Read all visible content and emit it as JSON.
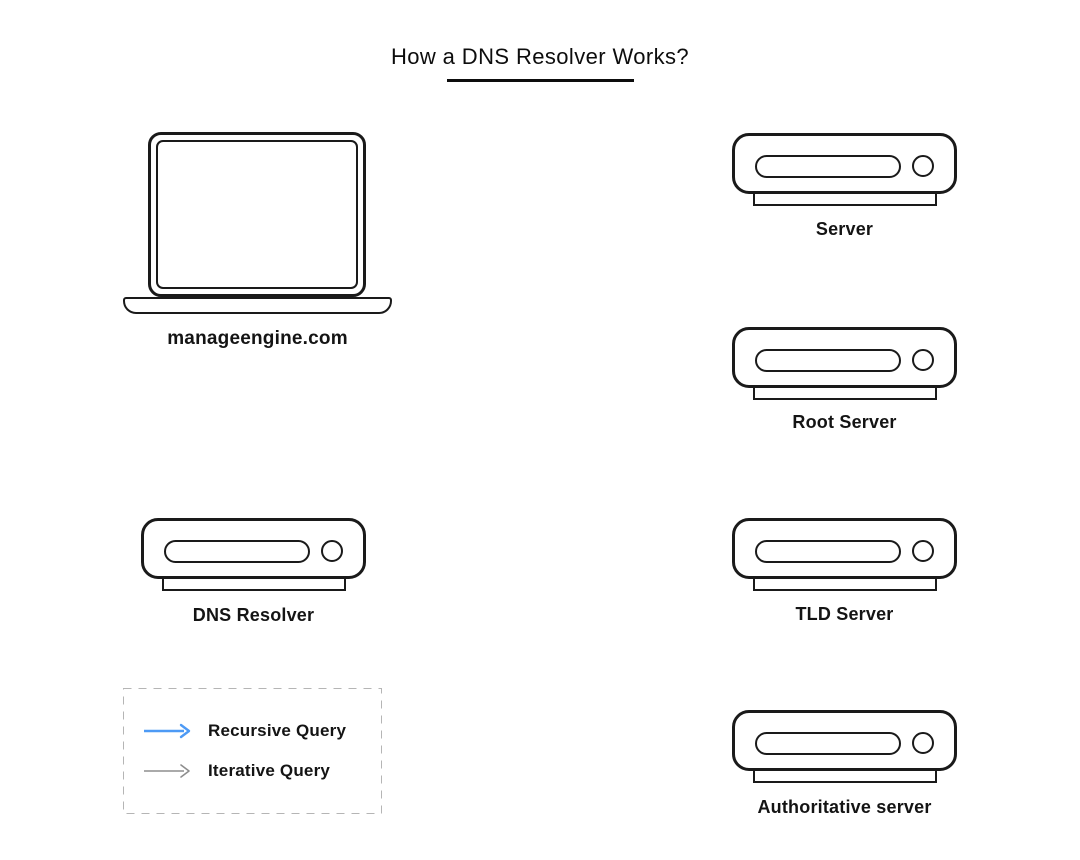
{
  "title": {
    "text": "How a DNS Resolver Works?"
  },
  "nodes": {
    "client": {
      "label": "manageengine.com",
      "type": "laptop"
    },
    "server": {
      "label": "Server",
      "type": "server"
    },
    "root_server": {
      "label": "Root Server",
      "type": "server"
    },
    "dns_resolver": {
      "label": "DNS Resolver",
      "type": "server"
    },
    "tld_server": {
      "label": "TLD Server",
      "type": "server"
    },
    "authoritative_server": {
      "label": "Authoritative server",
      "type": "server"
    }
  },
  "legend": {
    "recursive": {
      "label": "Recursive Query",
      "arrow_color": "#4d9af5",
      "arrow_icon": "right-arrow"
    },
    "iterative": {
      "label": "Iterative Query",
      "arrow_color": "#8d8d8d",
      "arrow_icon": "right-arrow"
    }
  },
  "colors": {
    "outline": "#1a1a1a",
    "background": "#ffffff",
    "text": "#141414",
    "legend_border": "#b5b5b5"
  }
}
